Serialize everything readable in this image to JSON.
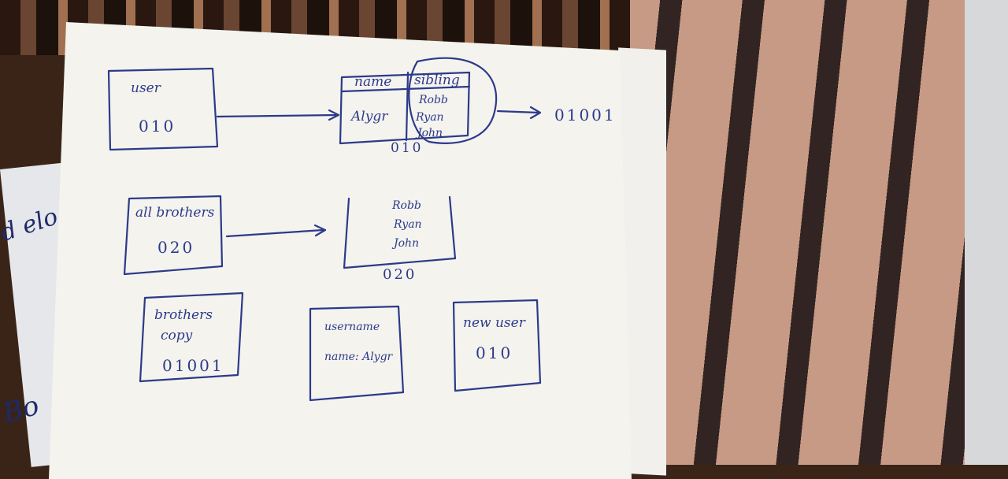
{
  "diagram": {
    "user_box": {
      "name": "user",
      "address": "010"
    },
    "user_object": {
      "headers": [
        "name",
        "sibling"
      ],
      "name_value": "Alygr",
      "siblings": [
        "Robb",
        "Ryan",
        "John"
      ],
      "address": "010",
      "sibling_ref": "01001"
    },
    "all_brothers_box": {
      "name": "all brothers",
      "address": "020"
    },
    "all_brothers_array": {
      "items": [
        "Robb",
        "Ryan",
        "John"
      ],
      "address": "020"
    },
    "brothers_copy_box": {
      "name_line1": "brothers",
      "name_line2": "copy",
      "address": "01001"
    },
    "username_box": {
      "title": "username",
      "value": "name: Alygr"
    },
    "new_user_box": {
      "name": "new user",
      "address": "010"
    }
  },
  "background": {
    "under_page_text_1": "d elo",
    "under_page_text_2": "Bo"
  },
  "colors": {
    "ink": "#2c3a8a",
    "paper": "#f4f3ee",
    "fabric": "#c69a84"
  }
}
